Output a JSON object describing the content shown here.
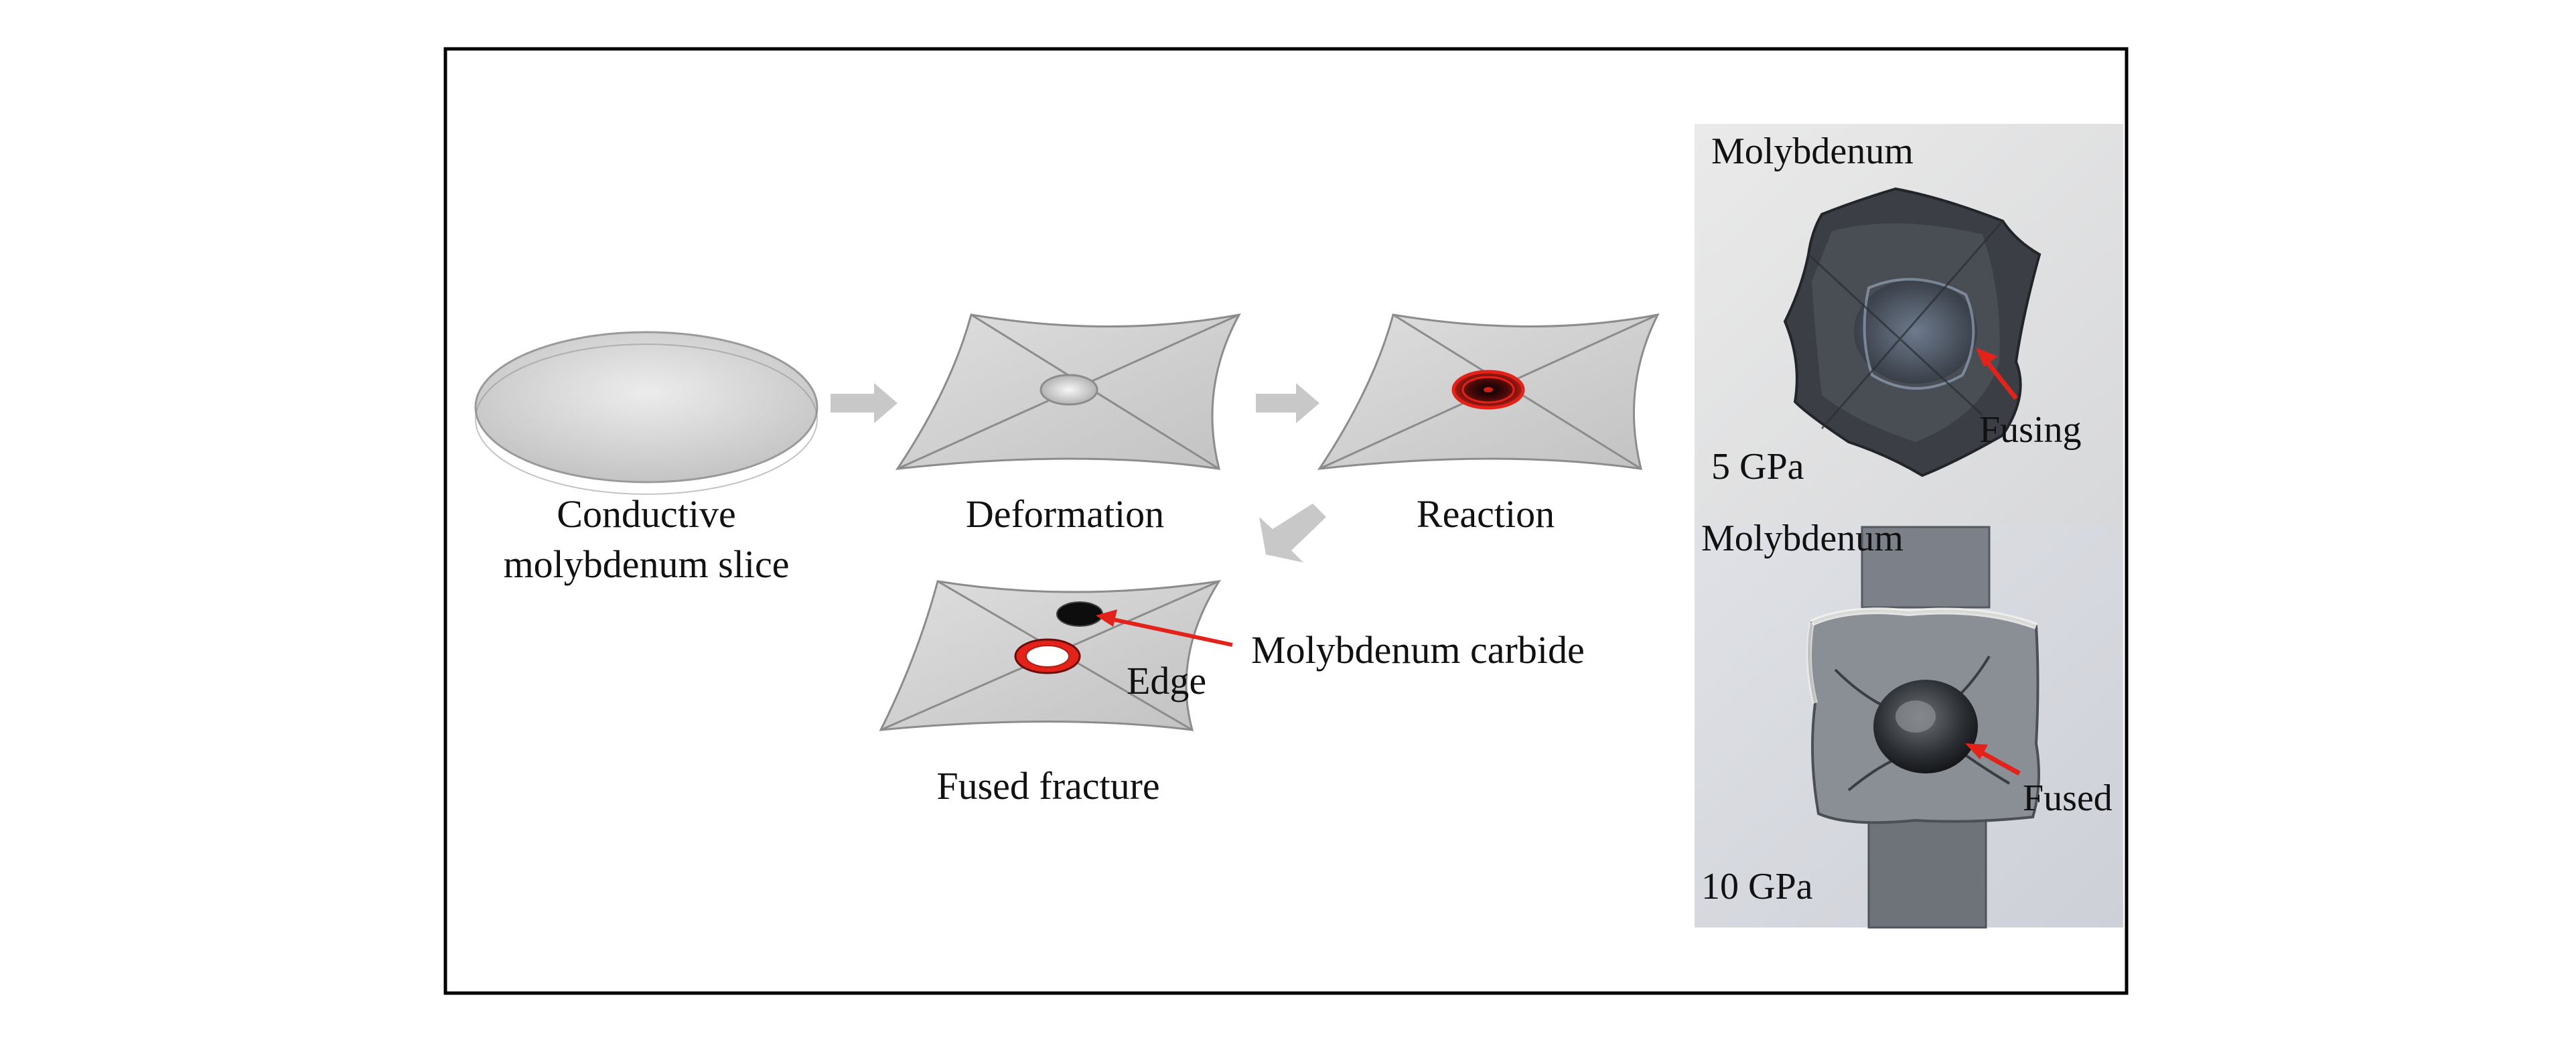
{
  "diagram": {
    "steps": {
      "slice_label_line1": "Conductive",
      "slice_label_line2": "molybdenum slice",
      "deformation_label": "Deformation",
      "reaction_label": "Reaction",
      "fracture_label": "Fused fracture"
    },
    "annotations": {
      "carbide_label": "Molybdenum carbide",
      "edge_label": "Edge"
    }
  },
  "photos": {
    "top": {
      "material_label": "Molybdenum",
      "pressure_label": "5 GPa",
      "callout_label": "Fusing"
    },
    "bottom": {
      "material_label": "Molybdenum",
      "pressure_label": "10 GPa",
      "callout_label": "Fused"
    }
  },
  "colors": {
    "accent_red": "#e32219",
    "slab_gray": "#cfcfcf",
    "arrow_gray": "#c8c8c8",
    "frame": "#000000"
  }
}
